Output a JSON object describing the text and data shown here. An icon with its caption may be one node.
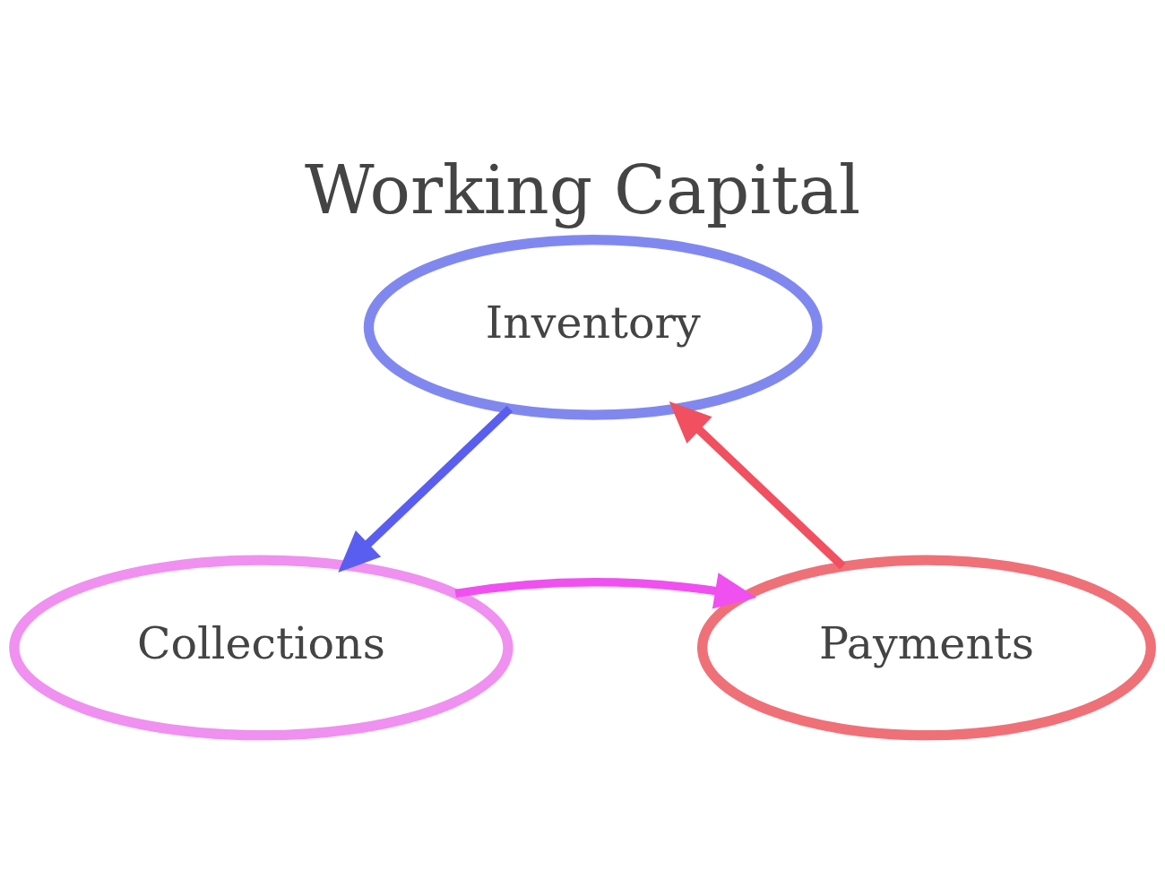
{
  "diagram": {
    "title": "Working Capital",
    "nodes": [
      {
        "text": [
          "Inventory"
        ]
      },
      {
        "text": [
          "Collections"
        ]
      },
      {
        "text": [
          "Payments"
        ]
      }
    ],
    "edges": [
      {
        "from": 0,
        "to": 1,
        "arrow": "to",
        "color": "#5a5ef0"
      },
      {
        "from": 1,
        "to": 2,
        "arrow": "to",
        "color": "#f050f0"
      },
      {
        "from": 2,
        "to": 0,
        "arrow": "to",
        "color": "#f05060"
      }
    ]
  }
}
